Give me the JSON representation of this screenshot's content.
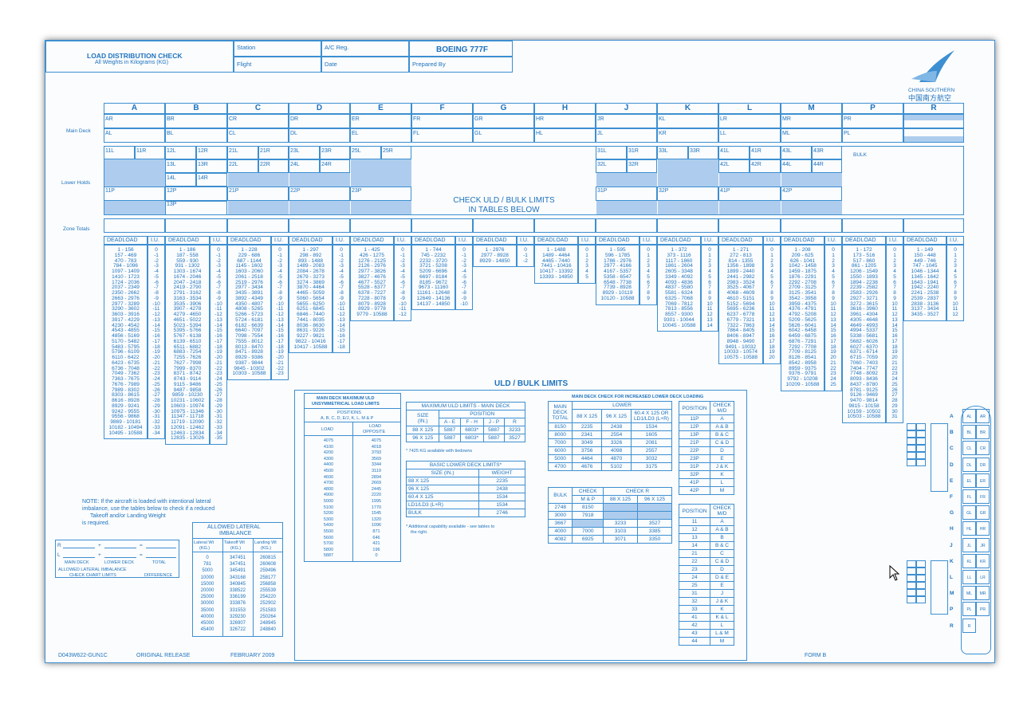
{
  "header": {
    "title": "LOAD DISTRIBUTION CHECK",
    "subtitle": "All Weights in Kilograms (KG)",
    "station": "Station",
    "flight": "Flight",
    "ac_reg": "A/C Reg.",
    "date": "Date",
    "aircraft": "BOEING 777F",
    "prepared": "Prepared By",
    "brand_en": "CHINA SOUTHERN",
    "brand_cn": "中国南方航空"
  },
  "row_labels": {
    "main": "Main Deck",
    "lower": "Lower Holds",
    "zone": "Zone Totals"
  },
  "columns": [
    "A",
    "B",
    "C",
    "D",
    "E",
    "F",
    "G",
    "H",
    "J",
    "K",
    "L",
    "M",
    "P",
    "R"
  ],
  "main_deck": {
    "row1": [
      "AR",
      "BR",
      "CR",
      "DR",
      "ER",
      "FR",
      "GR",
      "HR",
      "JR",
      "KL",
      "LR",
      "MR",
      "PR",
      "R"
    ],
    "row2": [
      "AL",
      "BL",
      "CL",
      "DL",
      "EL",
      "FL",
      "GL",
      "HL",
      "JL",
      "KR",
      "LL",
      "ML",
      "PL",
      ""
    ]
  },
  "lower": {
    "l1": [
      "11L",
      "11R",
      "12L",
      "12R",
      "21L",
      "21R",
      "23L",
      "23R",
      "25L",
      "25R",
      "31L",
      "31R",
      "33L",
      "33R",
      "41L",
      "41R",
      "43L",
      "43R"
    ],
    "l2": [
      "13L",
      "13R",
      "22L",
      "22R",
      "24L",
      "24R",
      "32L",
      "32R",
      "42L",
      "42R",
      "44L",
      "44R"
    ],
    "l3": [
      "14L",
      "14R"
    ],
    "p": [
      "11P",
      "12P",
      "13P",
      "21P",
      "22P",
      "23P",
      "31P",
      "32P",
      "41P",
      "42P"
    ],
    "bulk": "BULK",
    "check": [
      "CHECK ULD / BULK LIMITS",
      "IN TABLES BELOW"
    ]
  },
  "deadload": {
    "h1": "DEADLOAD",
    "h2": "I.U."
  },
  "tables": {
    "A": {
      "d": "1 - 156\n157 - 469\n470 - 783\n784 - 1096\n1097 - 1409\n1410 - 1723\n1724 - 2036\n2037 - 2349\n2350 - 2662\n2663 - 2976\n2977 - 3289\n3290 - 3602\n3603 - 3916\n3917 - 4229\n4230 - 4542\n4543 - 4855\n4856 - 5169\n5170 - 5482\n5483 - 5795\n5796 - 6109\n6110 - 6422\n6423 - 6735\n6736 - 7048\n7049 - 7362\n7363 - 7675\n7676 - 7989\n7989 - 8302\n8303 - 8615\n8616 - 8928\n8929 - 9241\n9242 - 9555\n9556 - 9868\n9869 - 10181\n10182 - 10494\n10495 - 10588",
      "i": "0\n-1\n-2\n-3\n-4\n-5\n-6\n-7\n-8\n-9\n-10\n-11\n-12\n-13\n-14\n-15\n-16\n-17\n-18\n-19\n-20\n-21\n-22\n-23\n-24\n-25\n-26\n-27\n-28\n-29\n-30\n-31\n-32\n-33\n-34"
    },
    "B": {
      "d": "1 - 186\n187 - 558\n559 - 930\n931 - 1302\n1303 - 1674\n1674 - 2046\n2047 - 2418\n2419 - 2790\n2791 - 3162\n3163 - 3534\n3535 - 3906\n3907 - 4278\n4279 - 4650\n4651 - 5022\n5023 - 5394\n5395 - 5766\n5767 - 6138\n6139 - 6510\n6511 - 6882\n6883 - 7254\n7255 - 7626\n7627 - 7998\n7999 - 8370\n8371 - 8742\n8743 - 9114\n9115 - 9486\n9487 - 9858\n9859 - 10230\n10231 - 10602\n10603 - 10974\n10975 - 11346\n11347 - 11718\n11719 - 12090\n12091 - 12462\n12463 - 12834\n12835 - 13026",
      "i": "0\n-1\n-2\n-3\n-4\n-5\n-6\n-7\n-8\n-9\n-10\n-11\n-12\n-13\n-14\n-15\n-16\n-17\n-18\n-19\n-20\n-21\n-22\n-23\n-24\n-25\n-26\n-27\n-28\n-29\n-30\n-31\n-32\n-33\n-34\n-35"
    },
    "C": {
      "d": "1 - 228\n229 - 686\n687 - 1144\n1145 - 1602\n1603 - 2060\n2061 - 2518\n2519 - 2976\n2977 - 3434\n3435 - 3891\n3892 - 4349\n4350 - 4807\n4808 - 5265\n5266 - 5723\n5724 - 6181\n6182 - 6639\n6640 - 7097\n7098 - 7554\n7555 - 8012\n8013 - 8470\n8471 - 8928\n8929 - 9386\n9387 - 9844\n9845 - 10302\n10303 - 10588",
      "i": "0\n-1\n-2\n-3\n-4\n-5\n-6\n-7\n-8\n-9\n-10\n-11\n-12\n-13\n-14\n-15\n-16\n-17\n-18\n-19\n-20\n-21\n-22\n-23"
    },
    "D": {
      "d": "1 - 297\n298 - 892\n893 - 1488\n1489 - 2083\n2084 - 2678\n2679 - 3273\n3274 - 3869\n3870 - 4464\n4465 - 5059\n5060 - 5654\n5655 - 6250\n6251 - 6845\n6846 - 7440\n7441 - 8035\n8036 - 8630\n8631 - 9226\n9227 - 9821\n9822 - 10416\n10417 - 10588",
      "i": "0\n-1\n-2\n-3\n-4\n-5\n-6\n-7\n-8\n-9\n-10\n-11\n-12\n-13\n-14\n-15\n-16\n-17\n-18"
    },
    "E": {
      "d": "1 - 425\n426 - 1275\n1276 - 2125\n2126 - 2976\n2977 - 3826\n3827 - 4676\n4677 - 5527\n5528 - 6377\n6378 - 7227\n7228 - 8078\n8079 - 8928\n8929 - 9778\n9779 - 10588",
      "i": "0\n-1\n-2\n-3\n-4\n-5\n-6\n-7\n-8\n-9\n-10\n-11\n-12"
    },
    "F": {
      "d": "1 - 744\n745 - 2232\n2232 - 3720\n3721 - 5208\n5209 - 6696\n6697 - 8184\n8185 - 9672\n9673 - 11160\n11161 - 12648\n12649 - 14136\n14137 - 14850",
      "i": "0\n-1\n-2\n-3\n-4\n-5\n-6\n-7\n-8\n-9\n-10"
    },
    "G": {
      "d": "1 - 2976\n2977 - 8928\n8929 - 14850",
      "i": "0\n-1\n-2"
    },
    "H": {
      "d": "1 - 1488\n1489 - 4464\n4465 - 7440\n7441 - 10416\n10417 - 13392\n13393 - 14850",
      "i": "0\n1\n2\n3\n4\n5"
    },
    "J": {
      "d": "1 - 595\n596 - 1785\n1786 - 2976\n2977 - 4166\n4167 - 5357\n5358 - 6547\n6548 - 7738\n7739 - 8928\n8929 - 10119\n10120 - 10588",
      "i": "0\n1\n2\n3\n4\n5\n6\n7\n8\n9"
    },
    "K": {
      "d": "1 - 372\n373 - 1116\n1117 - 1860\n1861 - 2604\n2605 - 3348\n3349 - 4092\n4093 - 4836\n4837 - 5580\n5581 - 6324\n6325 - 7068\n7069 - 7812\n7813 - 8556\n8557 - 9300\n9301 - 10044\n10045 - 10588",
      "i": "0\n1\n2\n3\n4\n5\n6\n7\n8\n9\n10\n11\n12\n13\n14"
    },
    "L": {
      "d": "1 - 271\n272 - 813\n814 - 1355\n1356 - 1898\n1899 - 2440\n2441 - 2982\n2983 - 3524\n3525 - 4067\n4068 - 4609\n4610 - 5151\n5152 - 5694\n5695 - 6236\n6237 - 6778\n6779 - 7321\n7322 - 7863\n7864 - 8405\n8406 - 8947\n8948 - 9490\n9491 - 10032\n10033 - 10574\n10575 - 10588",
      "i": "0\n1\n2\n3\n4\n5\n6\n7\n8\n9\n10\n11\n12\n13\n14\n15\n16\n17\n18\n19\n20"
    },
    "M": {
      "d": "1 - 208\n209 - 625\n626 - 1041\n1042 - 1458\n1459 - 1875\n1876 - 2291\n2292 - 2708\n2709 - 3125\n3125 - 3541\n3542 - 3958\n3959 - 4375\n4376 - 4791\n4792 - 5208\n5209 - 5625\n5626 - 6041\n6042 - 6458\n6459 - 6875\n6876 - 7291\n7292 - 7708\n7709 - 8125\n8126 - 8541\n8542 - 8958\n8959 - 9375\n9376 - 9791\n9792 - 10208\n10209 - 10588",
      "i": "0\n1\n2\n3\n4\n5\n6\n7\n8\n9\n10\n11\n12\n13\n14\n15\n16\n17\n18\n19\n20\n21\n22\n23\n24\n25"
    },
    "P": {
      "d": "1 - 172\n173 - 516\n517 - 860\n861 - 1205\n1206 - 1549\n1550 - 1893\n1894 - 2238\n2239 - 2582\n2583 - 2926\n2927 - 3271\n3272 - 3615\n3616 - 3960\n3961 - 4304\n4305 - 4648\n4649 - 4993\n4994 - 5337\n5338 - 5681\n5682 - 6026\n6027 - 6370\n6371 - 6714\n6715 - 7059\n7060 - 7403\n7404 - 7747\n7748 - 8092\n8093 - 8436\n8437 - 8780\n8781 - 9125\n9126 - 9469\n9470 - 9814\n9815 - 10158\n10159 - 10502\n10503 - 10588",
      "i": "0\n1\n2\n3\n4\n5\n6\n7\n8\n9\n10\n11\n12\n13\n14\n15\n16\n17\n18\n19\n20\n21\n22\n23\n24\n25\n26\n27\n28\n29\n30\n31"
    },
    "R": {
      "d": "1 - 149\n150 - 448\n449 - 746\n747 - 1045\n1046 - 1344\n1345 - 1642\n1643 - 1941\n1942 - 2240\n2241 - 2538\n2539 - 2837\n2838 - 3136\n3137 - 3434\n3435 - 3527",
      "i": "0\n1\n2\n3\n4\n5\n6\n7\n8\n9\n10\n11\n12"
    }
  },
  "uld": {
    "title": "ULD / BULK LIMITS",
    "unsym_title": [
      "MAIN DECK MAXIMUM ULD",
      "UNSYMMETRICAL LOAD LIMITS"
    ],
    "unsym_pos": "POSITIONS",
    "unsym_pos2": "A, B, C, D, E/J, K, L, M & P",
    "unsym_load": "LOAD",
    "unsym_opp": [
      "LOAD",
      "OPPOSITE"
    ],
    "unsym_l": "4075\n4100\n4200\n4300\n4400\n4500\n4600\n4700\n4800\n4900\n5000\n5100\n5200\n5300\n5400\n5500\n5600\n5700\n5800\n5887",
    "unsym_o": "4075\n4018\n3793\n3569\n3344\n3119\n2894\n2669\n2445\n2220\n1995\n1770\n1545\n1320\n1096\n871\n646\n421\n196\n0",
    "max_title": "MAXIMUM ULD LIMITS - MAIN DECK",
    "max_size": [
      "SIZE",
      "(IN.)"
    ],
    "max_pos": "POSITION",
    "max_cols": [
      "A - E",
      "F - H",
      "J - P",
      "R"
    ],
    "max_rows": [
      [
        "88 X 125",
        "5887",
        "6803*",
        "5887",
        "3233"
      ],
      [
        "96 X 125",
        "5887",
        "6803*",
        "5887",
        "3527"
      ]
    ],
    "max_note": "* 7425 KG available with tiedowns",
    "basic_title": "BASIC LOWER DECK LIMITS*",
    "basic_h": [
      "SIZE (IN.)",
      "WEIGHT"
    ],
    "basic_rows": [
      [
        "88 X 125",
        "2235"
      ],
      [
        "96 X 125",
        "2438"
      ],
      [
        "60.4 X 125",
        "1534"
      ],
      [
        "LD1/LD3 (L+R)",
        "1534"
      ],
      [
        "BULK",
        "2746"
      ]
    ],
    "basic_note": [
      "* Additional capability available - see tables to",
      "the right."
    ],
    "inc_title": "MAIN DECK CHECK FOR INCREASED LOWER DECK LOADING",
    "inc_h1": [
      "MAIN",
      "DECK",
      "TOTAL"
    ],
    "inc_lower": "LOWER",
    "inc_sizes": [
      "88 X 125",
      "96 X 125",
      "60.4 X 125 OR LD1/LD3 (L+R)"
    ],
    "inc_rows": [
      [
        "8150",
        "2235",
        "2438",
        "1534"
      ],
      [
        "8000",
        "2341",
        "2554",
        "1605"
      ],
      [
        "7000",
        "3049",
        "3326",
        "2081"
      ],
      [
        "6000",
        "3756",
        "4098",
        "2557"
      ],
      [
        "5000",
        "4464",
        "4870",
        "3032"
      ],
      [
        "4700",
        "4676",
        "5102",
        "3175"
      ]
    ],
    "pos_h": [
      "POSITION",
      "CHECK",
      "M/D"
    ],
    "pos_rows": [
      [
        "11P",
        "A"
      ],
      [
        "12P",
        "A & B"
      ],
      [
        "13P",
        "B & C"
      ],
      [
        "21P",
        "C & D"
      ],
      [
        "22P",
        "D"
      ],
      [
        "23P",
        "E"
      ],
      [
        "31P",
        "J & K"
      ],
      [
        "32P",
        "K"
      ],
      [
        "41P",
        "L"
      ],
      [
        "42P",
        "M"
      ]
    ],
    "bulk_h": [
      "BULK",
      "CHECK",
      "M & P",
      "CHECK R"
    ],
    "bulk_sizes": [
      "88 X 125",
      "96 X 125"
    ],
    "bulk_rows": [
      [
        "2748",
        "8150",
        "",
        ""
      ],
      [
        "3000",
        "7918",
        "",
        ""
      ],
      [
        "3667",
        "",
        "3233",
        "3527"
      ],
      [
        "4000",
        "7000",
        "3103",
        "3385"
      ],
      [
        "4082",
        "6925",
        "3071",
        "3350"
      ]
    ],
    "pos2_rows": [
      [
        "11",
        "A"
      ],
      [
        "12",
        "A & B"
      ],
      [
        "13",
        "B"
      ],
      [
        "14",
        "B & C"
      ],
      [
        "21",
        "C"
      ],
      [
        "22",
        "C & D"
      ],
      [
        "23",
        "D"
      ],
      [
        "24",
        "D & E"
      ],
      [
        "25",
        "E"
      ],
      [
        "31",
        "J"
      ],
      [
        "32",
        "J & K"
      ],
      [
        "33",
        "K"
      ],
      [
        "41",
        "K & L"
      ],
      [
        "42",
        "L"
      ],
      [
        "43",
        "L & M"
      ],
      [
        "44",
        "M"
      ]
    ]
  },
  "note": [
    "NOTE: If the aircraft is loaded with intentional lateral",
    "imbalance, use the tables below to check if a reduced",
    "Takeoff and/or Landing Weight",
    "is required."
  ],
  "calc": {
    "r": "R",
    "l": "L",
    "plus": "+",
    "eq": "=",
    "main": "MAIN DECK",
    "lower": "LOWER DECK",
    "total": "TOTAL",
    "allowed": "ALLOWED  LATERAL  IMBALANCE",
    "check": "CHECK CHART LIMITS",
    "diff": "DIFFERENCE"
  },
  "lateral": {
    "title": [
      "ALLOWED LATERAL",
      "IMBALANCE"
    ],
    "h": [
      [
        "Lateral Wt",
        "(KG.)"
      ],
      [
        "Takeoff Wt",
        "(KG.)"
      ],
      [
        "Landing Wt",
        "(KG.)"
      ]
    ],
    "c1": "0\n781\n5000\n10000\n15000\n20000\n25000\n30000\n35000\n40000\n45000\n45400",
    "c2": "347451\n347451\n345491\n343168\n340845\n338522\n336199\n333876\n331553\n329230\n326907\n326722",
    "c3": "260815\n260608\n259496\n258177\n256858\n255539\n254220\n252902\n251583\n250264\n248945\n248840"
  },
  "footer": {
    "code": "D043W622-GUN1C",
    "release": "ORIGINAL RELEASE",
    "date": "FEBRUARY 2009",
    "form": "FORM B"
  },
  "diagram_letters": [
    "A",
    "B",
    "C",
    "D",
    "E",
    "F",
    "G",
    "H",
    "J",
    "K",
    "L",
    "M",
    "P",
    "R"
  ],
  "diagram_pairs": [
    [
      "AL",
      "AR"
    ],
    [
      "BL",
      "BR"
    ],
    [
      "CL",
      "CR"
    ],
    [
      "DL",
      "DR"
    ],
    [
      "EL",
      "ER"
    ],
    [
      "FL",
      "FR"
    ],
    [
      "GL",
      "GR"
    ],
    [
      "HL",
      "HR"
    ],
    [
      "JL",
      "JR"
    ],
    [
      "KL",
      "KR"
    ],
    [
      "LL",
      "LR"
    ],
    [
      "ML",
      "MR"
    ],
    [
      "PL",
      "PR"
    ],
    [
      "R",
      ""
    ]
  ],
  "colors": {
    "ink": "#1e73be",
    "shade": "#aecdee"
  }
}
